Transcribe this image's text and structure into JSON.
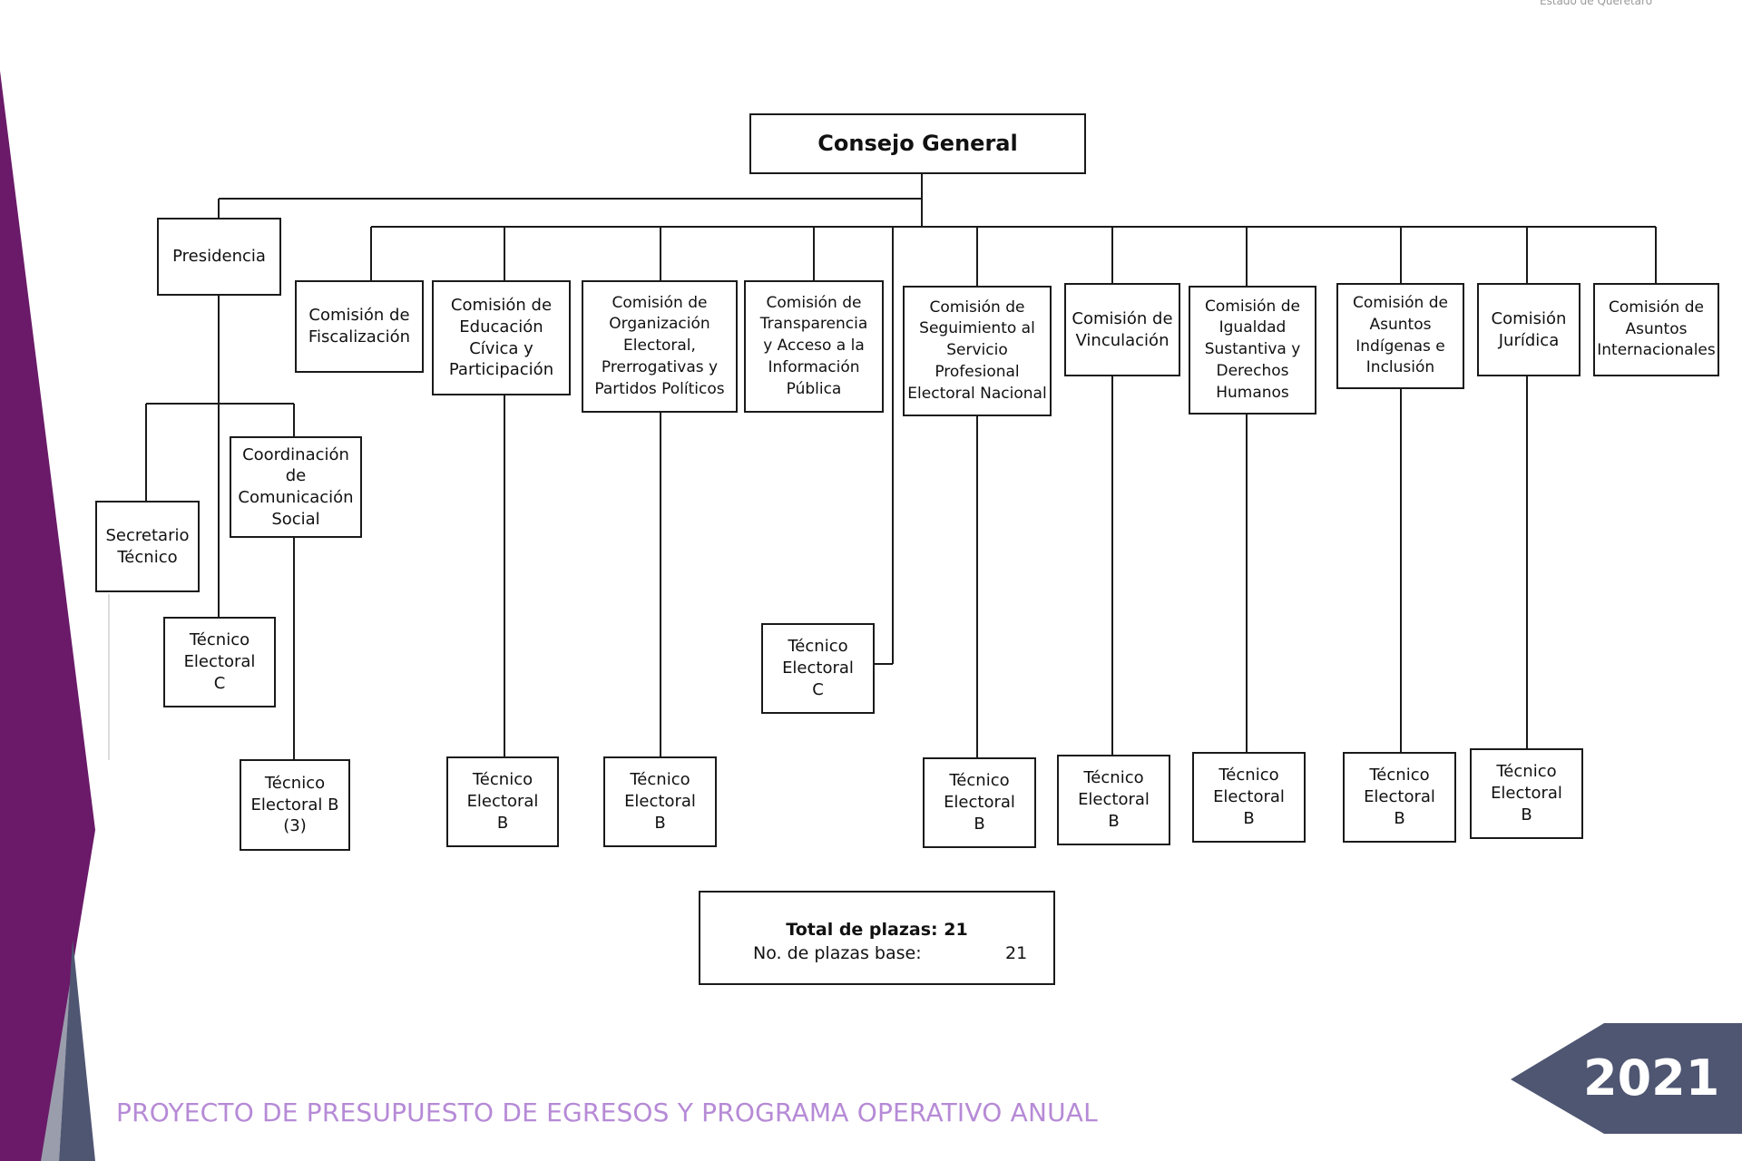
{
  "header": {
    "org_caption": "Estado de Querétaro"
  },
  "chart": {
    "root": "Consejo General",
    "presidencia": "Presidencia",
    "secretario": "Secretario\nTécnico",
    "coordinacion": "Coordinación de\nComunicación\nSocial",
    "tec_presidencia": "Técnico\nElectoral\nC",
    "tec_coordinacion": "Técnico\nElectoral B\n(3)",
    "comisiones": [
      {
        "name": "Comisión de\nFiscalización"
      },
      {
        "name": "Comisión de\nEducación\nCívica y\nParticipación",
        "tecnico": "Técnico\nElectoral\nB"
      },
      {
        "name": "Comisión de\nOrganización\nElectoral,\nPrerrogativas y\nPartidos Políticos",
        "tecnico": "Técnico\nElectoral\nB"
      },
      {
        "name": "Comisión de\nTransparencia\ny Acceso a la\nInformación\nPública"
      },
      {
        "name": "Comisión de\nSeguimiento al\nServicio\nProfesional\nElectoral Nacional",
        "tecnico": "Técnico\nElectoral\nB"
      },
      {
        "name": "Comisión de\nVinculación",
        "tecnico": "Técnico\nElectoral\nB"
      },
      {
        "name": "Comisión de\nIgualdad\nSustantiva y\nDerechos\nHumanos",
        "tecnico": "Técnico\nElectoral\nB"
      },
      {
        "name": "Comisión de\nAsuntos\nIndígenas e\nInclusión",
        "tecnico": "Técnico\nElectoral\nB"
      },
      {
        "name": "Comisión\nJurídica",
        "tecnico": "Técnico\nElectoral\nB"
      },
      {
        "name": "Comisión de\nAsuntos\nInternacionales"
      }
    ],
    "tec_general": "Técnico\nElectoral\nC"
  },
  "totals": {
    "total_label": "Total de plazas: 21",
    "base_label": "No. de plazas base:",
    "base_value": "21"
  },
  "footer": {
    "program_title": "PROYECTO DE PRESUPUESTO DE EGRESOS Y PROGRAMA OPERATIVO ANUAL",
    "year": "2021"
  },
  "colors": {
    "purple": "#6a1a68",
    "slate": "#4f5672",
    "gray": "#9a9dac",
    "footer_text": "#b68ad6"
  }
}
